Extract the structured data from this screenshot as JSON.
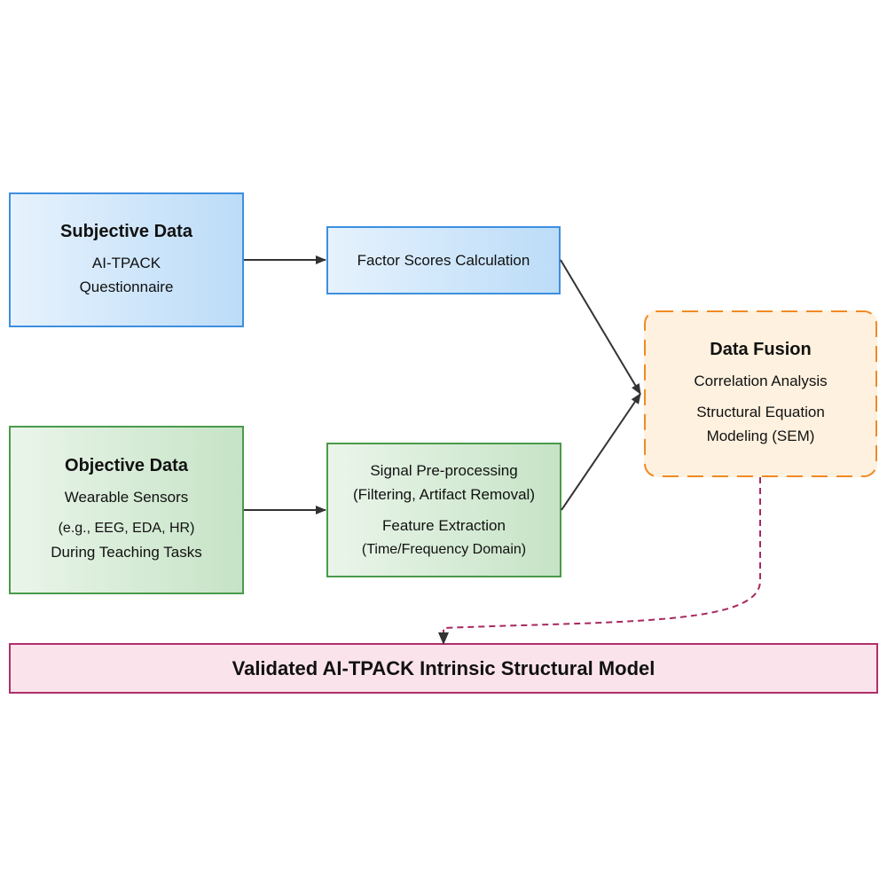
{
  "nodes": {
    "subjective": {
      "title": "Subjective Data",
      "lines": [
        "AI-TPACK",
        "Questionnaire"
      ]
    },
    "factor_scores": {
      "lines": [
        "Factor Scores Calculation"
      ]
    },
    "objective": {
      "title": "Objective Data",
      "lines": [
        "Wearable Sensors",
        "(e.g., EEG, EDA, HR)",
        "During Teaching Tasks"
      ]
    },
    "signal_processing": {
      "lines": [
        "Signal Pre-processing",
        "(Filtering, Artifact Removal)",
        "Feature Extraction",
        "(Time/Frequency Domain)"
      ]
    },
    "data_fusion": {
      "title": "Data Fusion",
      "lines": [
        "Correlation Analysis",
        "Structural Equation",
        "Modeling (SEM)"
      ]
    },
    "validated_model": {
      "title": "Validated AI-TPACK Intrinsic Structural Model"
    }
  },
  "edges": [
    {
      "from": "subjective",
      "to": "factor_scores",
      "style": "solid"
    },
    {
      "from": "objective",
      "to": "signal_processing",
      "style": "solid"
    },
    {
      "from": "factor_scores",
      "to": "data_fusion",
      "style": "solid"
    },
    {
      "from": "signal_processing",
      "to": "data_fusion",
      "style": "solid"
    },
    {
      "from": "data_fusion",
      "to": "validated_model",
      "style": "dashed"
    }
  ],
  "colors": {
    "subjective_border": "#3d8fe0",
    "objective_border": "#4a9a4a",
    "fusion_border": "#f08a24",
    "model_border": "#b0306a",
    "arrow": "#333333",
    "dashed_arrow": "#a8285f"
  }
}
